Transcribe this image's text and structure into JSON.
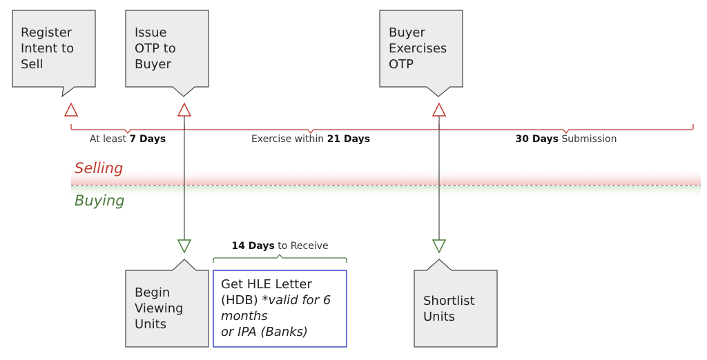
{
  "selling_events": [
    {
      "lines": [
        "Register",
        "Intent to",
        "Sell"
      ]
    },
    {
      "lines": [
        "Issue",
        "OTP to",
        "Buyer"
      ]
    },
    {
      "lines": [
        "Buyer",
        "Exercises",
        "OTP"
      ]
    }
  ],
  "buying_events": [
    {
      "lines": [
        "Begin",
        "Viewing",
        "Units"
      ]
    },
    {
      "lines": [
        "Shortlist",
        "Units"
      ]
    }
  ],
  "hle_box": {
    "line1": "Get HLE Letter",
    "line2_normal": "(HDB) ",
    "line2_italic": "*valid for 6",
    "line3": "months",
    "line4": "or IPA (Banks)"
  },
  "periods": [
    {
      "prefix": "At least ",
      "bold": "7 Days",
      "suffix": ""
    },
    {
      "prefix": "Exercise within ",
      "bold": "21 Days",
      "suffix": ""
    },
    {
      "prefix": "",
      "bold": "30 Days",
      "suffix": " Submission"
    }
  ],
  "hle_period": {
    "bold": "14 Days",
    "suffix": " to Receive"
  },
  "lanes": {
    "selling": "Selling",
    "buying": "Buying"
  },
  "colors": {
    "selling": "#c0392b",
    "buying": "#4a7a3a",
    "box_fill": "#ececec",
    "box_border": "#444444",
    "hle_border": "#3b48c4"
  }
}
